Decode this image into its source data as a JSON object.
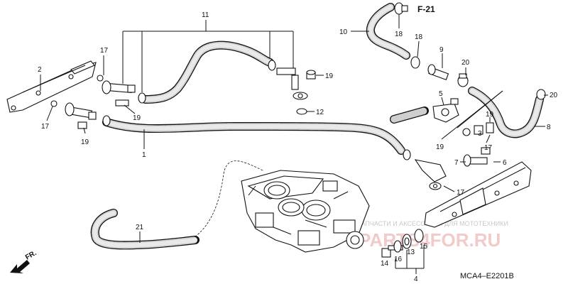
{
  "diagram": {
    "section_code": "F-21",
    "figure_code": "MCA4–E2201B",
    "front_arrow_label": "FR.",
    "watermark": {
      "caption": "ЗАПЧАСТИ И АКСЕССУАРЫ ДЛЯ МОТОТЕХНИКИ",
      "brand": "PARTS4FOR.RU"
    },
    "callouts": [
      {
        "id": "c11a",
        "text": "11"
      },
      {
        "id": "c2",
        "text": "2"
      },
      {
        "id": "c17a",
        "text": "17"
      },
      {
        "id": "c17b",
        "text": "17"
      },
      {
        "id": "c19a",
        "text": "19"
      },
      {
        "id": "c19b",
        "text": "19"
      },
      {
        "id": "c19c",
        "text": "19"
      },
      {
        "id": "c12",
        "text": "12"
      },
      {
        "id": "c1",
        "text": "1"
      },
      {
        "id": "c10",
        "text": "10"
      },
      {
        "id": "c18a",
        "text": "18"
      },
      {
        "id": "c18b",
        "text": "18"
      },
      {
        "id": "c9",
        "text": "9"
      },
      {
        "id": "c20a",
        "text": "20"
      },
      {
        "id": "c20b",
        "text": "20"
      },
      {
        "id": "c5",
        "text": "5"
      },
      {
        "id": "c8",
        "text": "8"
      },
      {
        "id": "c3",
        "text": "3"
      },
      {
        "id": "c19d",
        "text": "19"
      },
      {
        "id": "c19e",
        "text": "19"
      },
      {
        "id": "c17c",
        "text": "17"
      },
      {
        "id": "c7",
        "text": "7"
      },
      {
        "id": "c6",
        "text": "6"
      },
      {
        "id": "c17d",
        "text": "17"
      },
      {
        "id": "c21",
        "text": "21"
      },
      {
        "id": "c14",
        "text": "14"
      },
      {
        "id": "c16a",
        "text": "16"
      },
      {
        "id": "c13",
        "text": "13"
      },
      {
        "id": "c15",
        "text": "15"
      },
      {
        "id": "c4",
        "text": "4"
      }
    ]
  }
}
